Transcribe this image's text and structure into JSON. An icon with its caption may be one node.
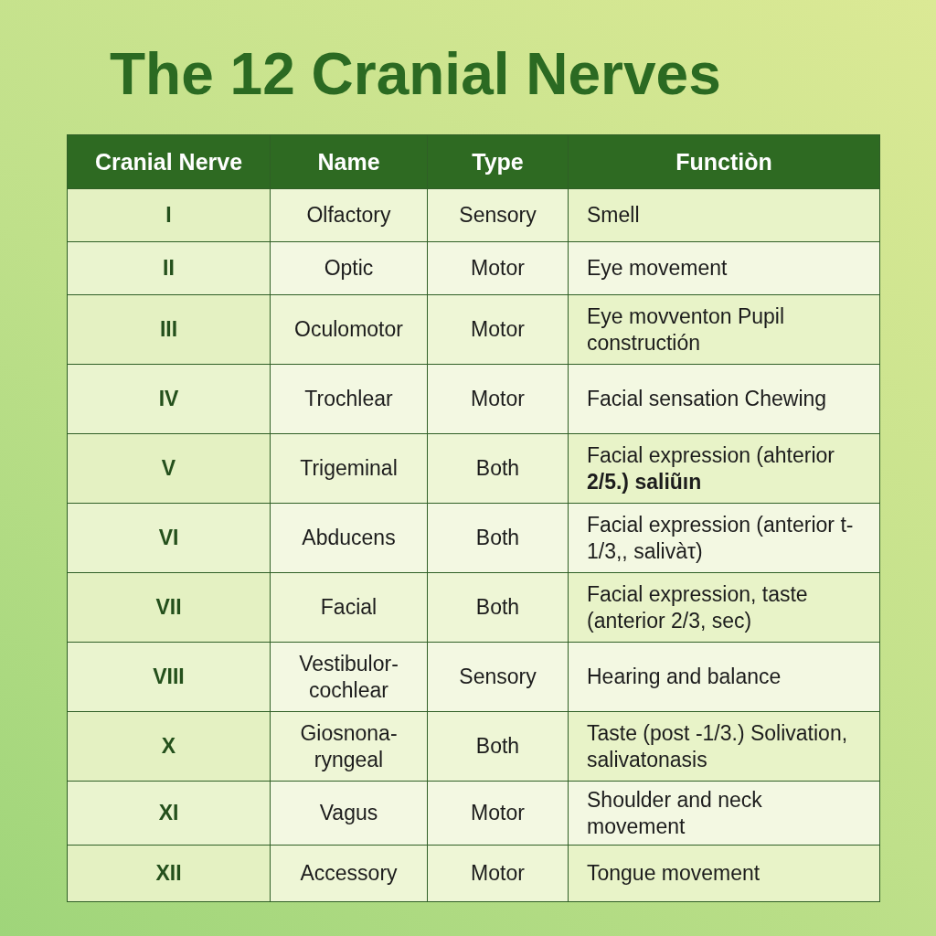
{
  "diagram": {
    "title": "The 12 Cranial Nerves",
    "labels": [
      "Cranial Nerve",
      "Name",
      "Type",
      "Functiòn",
      "I",
      "Olfactory",
      "Sensory",
      "Smell",
      "II",
      "Optic",
      "Motor",
      "Eye movement",
      "III",
      "Oculomotor",
      "Motor",
      "Eye movventon Pupil constructión",
      "IV",
      "Trochlear",
      "Motor",
      "Facial sensation Chewing",
      "V",
      "Trigeminal",
      "Both",
      "Facial expression (ahterior **2/5.) saliũın**",
      "VI",
      "Abducens",
      "Both",
      "Facial expression (anterior t-1/3,, salivàτ)",
      "VII",
      "Facial",
      "Both",
      "Facial expression, taste (anterior 2/3, sec)",
      "VIII",
      "Vestibulor- cochlear",
      "Sensory",
      "Hearing and balance",
      "X",
      "Giosnona- ryngeal",
      "Both",
      "Taste (post -1/3.) Solivation, salivatonasis",
      "XI",
      "Vagus",
      "Motor",
      "Shoulder and neck movement",
      "XII",
      "Accessory",
      "Motor",
      "Tongue movement"
    ]
  }
}
